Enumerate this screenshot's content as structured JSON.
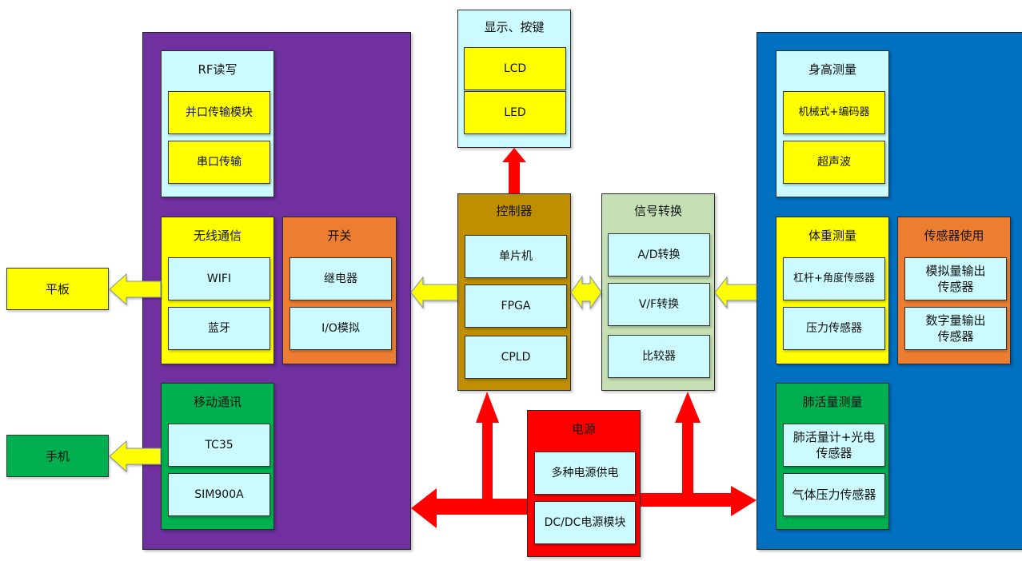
{
  "external": {
    "tablet": "平板",
    "phone": "手机"
  },
  "comm": {
    "rf": {
      "title": "RF读写",
      "items": [
        "并口传输模块",
        "串口传输"
      ]
    },
    "wireless": {
      "title": "无线通信",
      "items": [
        "WIFI",
        "蓝牙"
      ]
    },
    "switch": {
      "title": "开关",
      "items": [
        "继电器",
        "I/O模拟"
      ]
    },
    "mobile": {
      "title": "移动通讯",
      "items": [
        "TC35",
        "SIM900A"
      ]
    }
  },
  "display": {
    "title": "显示、按键",
    "items": [
      "LCD",
      "LED"
    ]
  },
  "controller": {
    "title": "控制器",
    "items": [
      "单片机",
      "FPGA",
      "CPLD"
    ]
  },
  "signal": {
    "title": "信号转换",
    "items": [
      "A/D转换",
      "V/F转换",
      "比较器"
    ]
  },
  "power": {
    "title": "电源",
    "items": [
      "多种电源供电",
      "DC/DC电源模块"
    ]
  },
  "measure": {
    "height": {
      "title": "身高测量",
      "items": [
        "机械式+编码器",
        "超声波"
      ]
    },
    "weight": {
      "title": "体重测量",
      "items": [
        "杠杆+角度传感器",
        "压力传感器"
      ]
    },
    "sensor": {
      "title": "传感器使用",
      "items": [
        "模拟量输出传感器",
        "数字量输出传感器"
      ]
    },
    "lung": {
      "title": "肺活量测量",
      "items": [
        "肺活量计+光电传感器",
        "气体压力传感器"
      ]
    }
  },
  "colors": {
    "comm_group": "#7030a0",
    "measure_group": "#0070c0",
    "power_arrow": "#ff0000",
    "data_arrow": "#ffff00"
  }
}
